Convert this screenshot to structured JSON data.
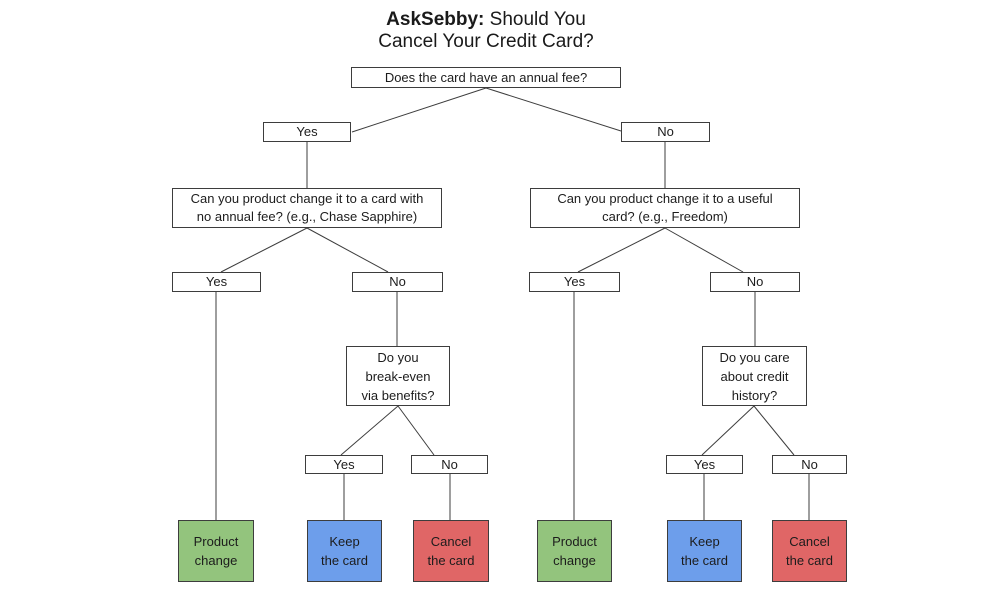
{
  "title": {
    "line1_bold": "AskSebby:",
    "line1_rest": " Should You",
    "line2": "Cancel Your Credit Card?"
  },
  "labels": {
    "yes": "Yes",
    "no": "No"
  },
  "questions": {
    "root": "Does the card have an annual fee?",
    "left": [
      "Can you product change it to a card with",
      "no annual fee? (e.g., Chase Sapphire)"
    ],
    "right": [
      "Can you product change it to a useful",
      "card? (e.g., Freedom)"
    ],
    "breakeven": [
      "Do you",
      "break-even",
      "via benefits?"
    ],
    "history": [
      "Do you care",
      "about credit",
      "history?"
    ]
  },
  "outcomes": {
    "product_change": [
      "Product",
      "change"
    ],
    "keep": [
      "Keep",
      "the card"
    ],
    "cancel": [
      "Cancel",
      "the card"
    ]
  },
  "colors": {
    "outcome_green": "#93c47d",
    "outcome_blue": "#6d9eeb",
    "outcome_red": "#e06666",
    "line": "#3d3d3d"
  }
}
